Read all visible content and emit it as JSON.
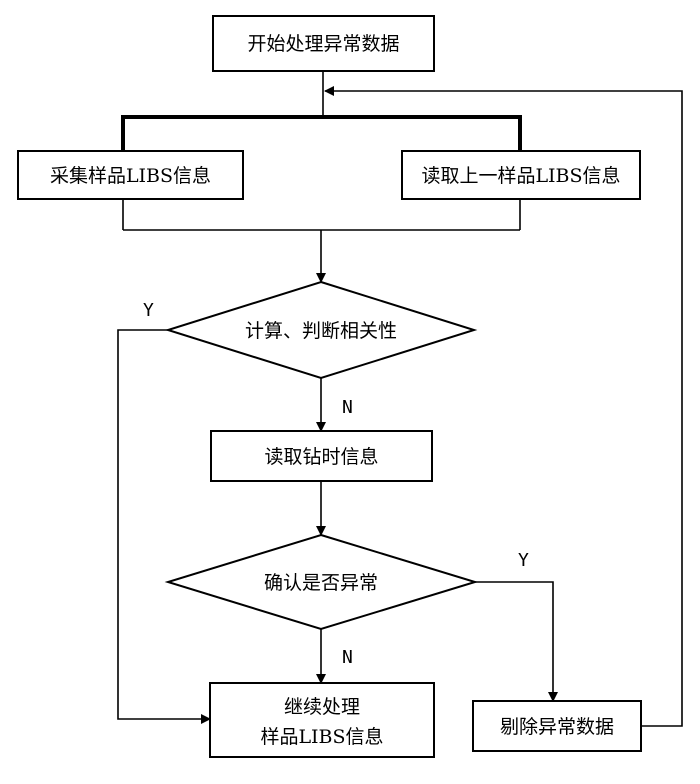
{
  "nodes": {
    "start": "开始处理异常数据",
    "collect": "采集样品LIBS信息",
    "read_prev": "读取上一样品LIBS信息",
    "compute": "计算、判断相关性",
    "read_drill": "读取钻时信息",
    "confirm": "确认是否异常",
    "continue_line1": "继续处理",
    "continue_line2": "样品LIBS信息",
    "remove": "剔除异常数据"
  },
  "edge_labels": {
    "compute_yes": "Y",
    "compute_no": "N",
    "confirm_yes": "Y",
    "confirm_no": "N"
  }
}
